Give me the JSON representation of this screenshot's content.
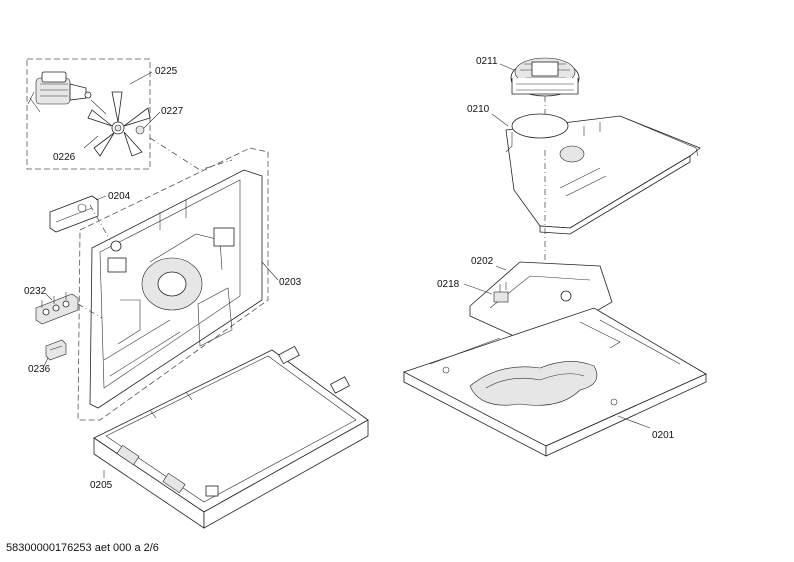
{
  "labels": {
    "p0225": "0225",
    "p0227": "0227",
    "p0226": "0226",
    "p0204": "0204",
    "p0232": "0232",
    "p0203": "0203",
    "p0236": "0236",
    "p0205": "0205",
    "p0211": "0211",
    "p0210": "0210",
    "p0202": "0202",
    "p0218": "0218",
    "p0201": "0201"
  },
  "footer": {
    "document_id": "58300000176253 aet 000 a 2/6"
  }
}
